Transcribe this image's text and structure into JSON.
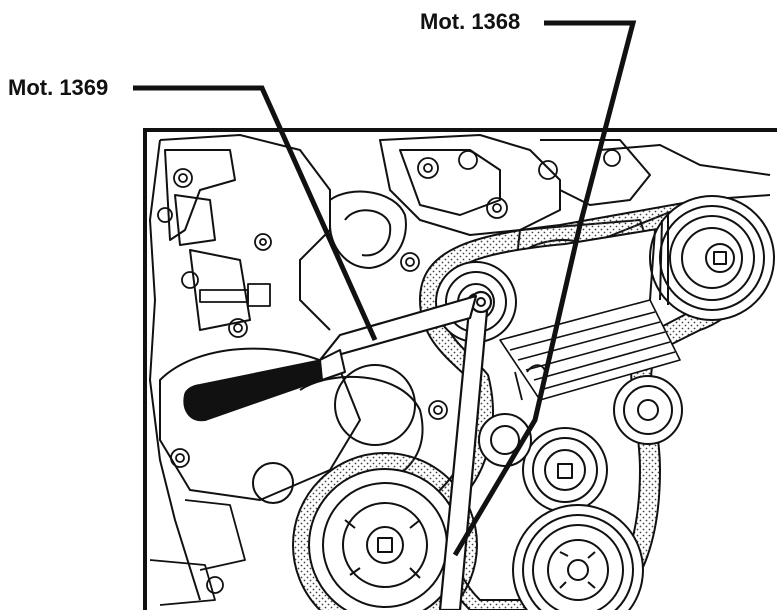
{
  "labels": {
    "tool_a": "Mot. 1368",
    "tool_b": "Mot. 1369"
  },
  "colors": {
    "ink": "#111111",
    "paper": "#ffffff",
    "stipple": "#555555"
  },
  "icons": {
    "tool_a": "tensioner-bar-tool",
    "tool_b": "wrench-handle-tool"
  }
}
